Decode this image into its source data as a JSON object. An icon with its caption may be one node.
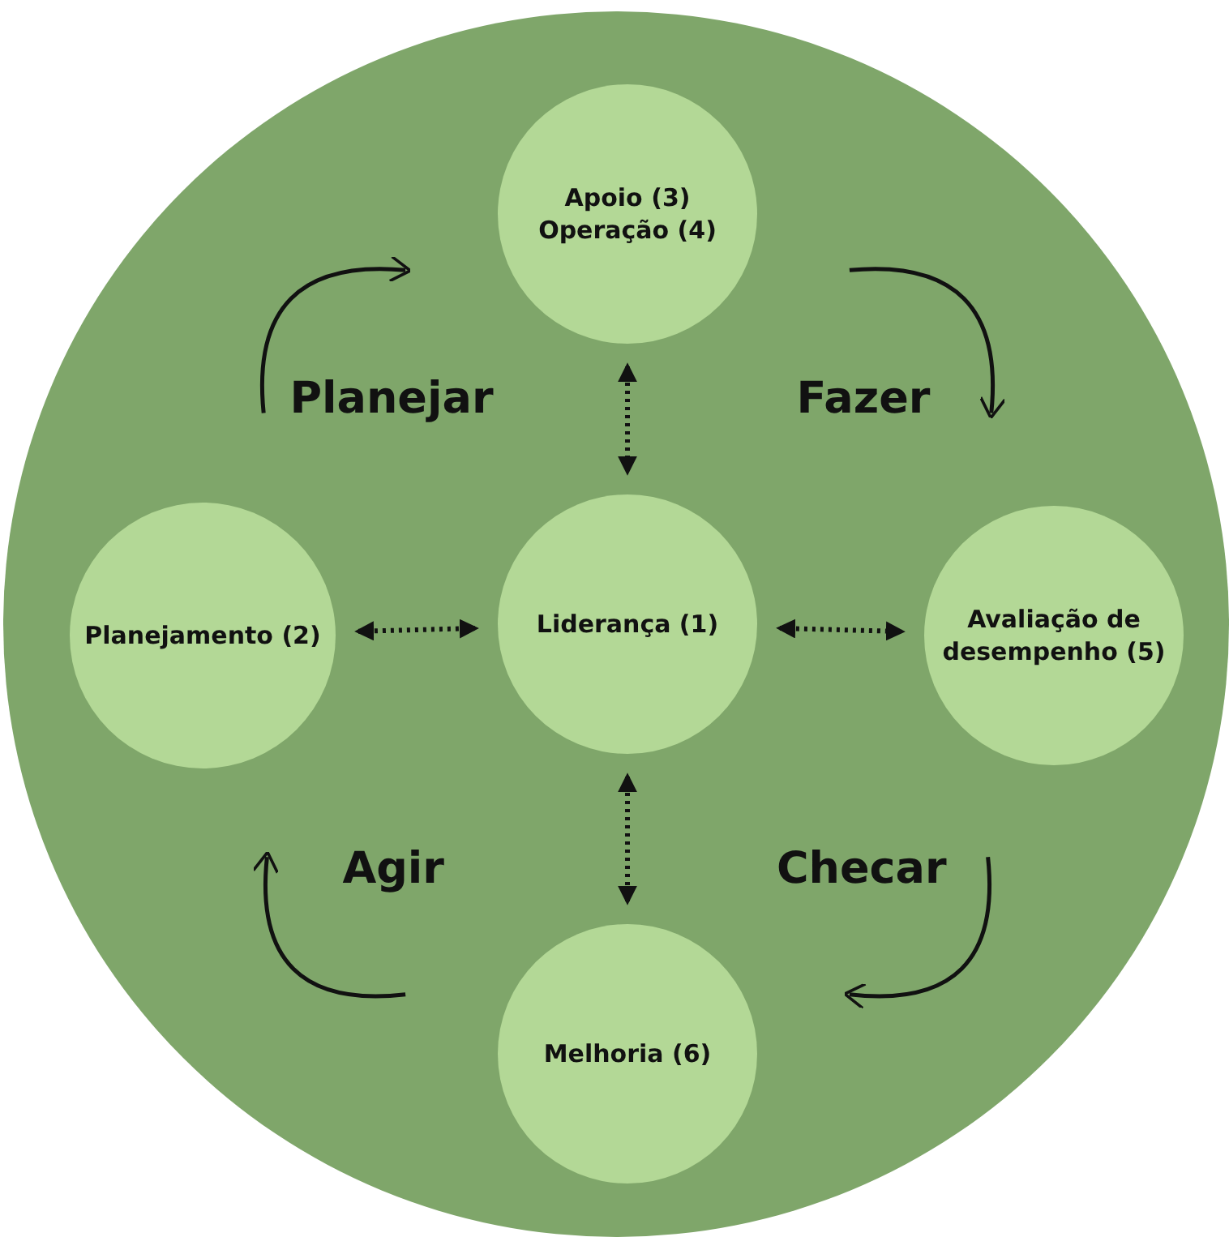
{
  "diagram": {
    "nodes": [
      {
        "text": [],
        "shape": "circle"
      },
      {
        "text": [
          "Apoio (3)",
          "Operação (4)"
        ],
        "in": 0
      },
      {
        "text": [
          "Planejamento (2)"
        ],
        "in": 0
      },
      {
        "text": [
          "Liderança (1)"
        ],
        "in": 0
      },
      {
        "text": [
          "Avaliação de desempenho (5)"
        ],
        "in": 0
      },
      {
        "text": [
          "Melhoria (6)"
        ],
        "in": 0
      }
    ],
    "edges": [
      {
        "from": 2,
        "to": 1,
        "arrow": "to",
        "label": "Planejar"
      },
      {
        "from": 1,
        "to": 4,
        "arrow": "to",
        "label": "Fazer"
      },
      {
        "from": 4,
        "to": 5,
        "arrow": "to",
        "label": "Checar"
      },
      {
        "from": 5,
        "to": 2,
        "arrow": "to",
        "label": "Agir"
      },
      {
        "from": 1,
        "to": 3,
        "arrow": "both",
        "style": "dashed"
      },
      {
        "from": 2,
        "to": 3,
        "arrow": "both",
        "style": "dashed"
      },
      {
        "from": 3,
        "to": 4,
        "arrow": "both",
        "style": "dashed"
      },
      {
        "from": 3,
        "to": 5,
        "arrow": "both",
        "style": "dashed"
      }
    ]
  }
}
